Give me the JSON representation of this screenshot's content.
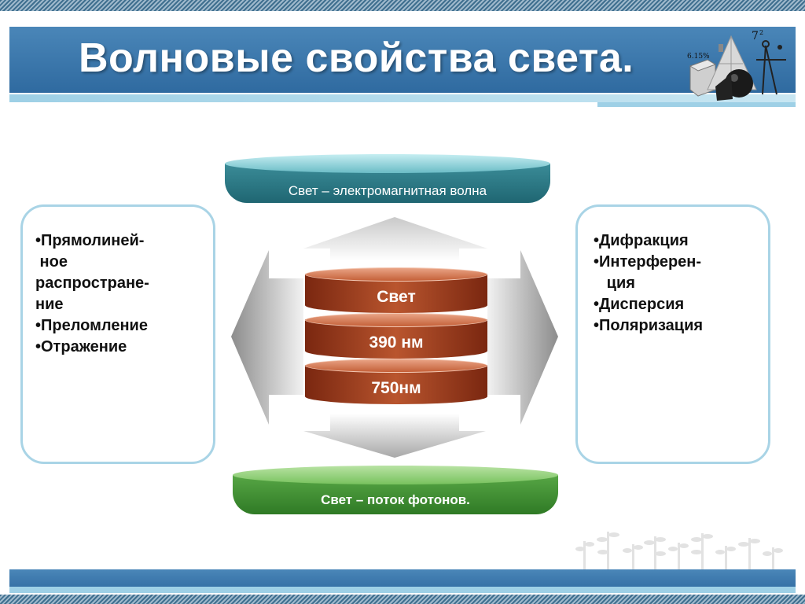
{
  "slide": {
    "title": "Волновые свойства света."
  },
  "left_panel": {
    "items": [
      "•Прямолиней-",
      " ное",
      "распростране-",
      "ние",
      "•Преломление",
      "•Отражение"
    ]
  },
  "right_panel": {
    "items": [
      "•Дифракция",
      "•Интерферен-",
      "   ция",
      "•Дисперсия",
      "•Поляризация"
    ]
  },
  "top_disc": {
    "label": "Свет – электромагнитная волна",
    "color": "#2a7480"
  },
  "bottom_disc": {
    "label": "Свет – поток фотонов.",
    "color": "#3f8f33"
  },
  "center_stack": {
    "segments": [
      "Свет",
      "390 нм",
      "750нм"
    ],
    "color": "#a0432a"
  },
  "header_graphic": {
    "icon": "geometry-shapes-icon",
    "labels": [
      "7",
      "2",
      "6.15%"
    ]
  },
  "colors": {
    "accent": "#3a78ad",
    "panel_border": "#a9d4e6"
  }
}
